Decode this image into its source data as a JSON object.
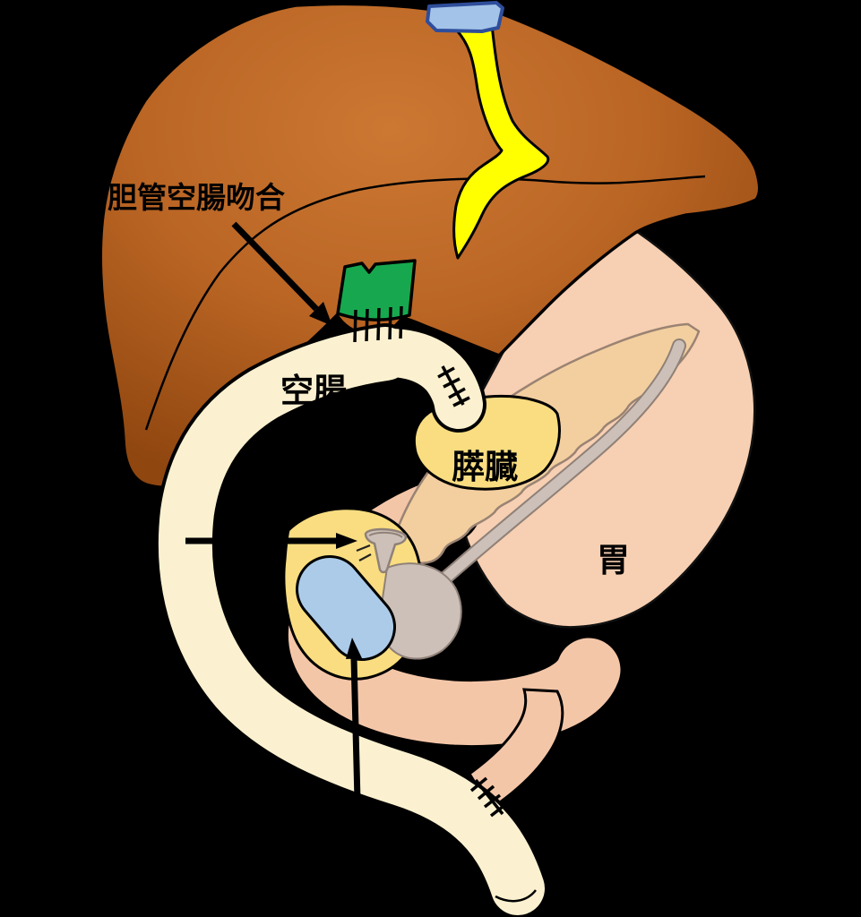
{
  "diagram": {
    "kind": "surgical-anatomy-illustration",
    "labels": {
      "biliary_jejunal_anastomosis": "胆管空腸吻合",
      "jejunum": "空腸",
      "pancreas": "膵臓",
      "stomach": "胃"
    },
    "colors": {
      "background": "#000000",
      "liver": "#BA6524",
      "liver_light": "#CC7833",
      "liver_dark": "#8F460F",
      "falciform_ligament": "#FFFF00",
      "vena_cava_stump": "#A3C4E8",
      "bile_duct": "#17A84F",
      "jejunum": "#FBF1D0",
      "stomach": "#F7CFB2",
      "stomach_limb": "#F4C6A8",
      "pancreas": "#F3CF9F",
      "pancreas_cut_surface": "#F9DD80",
      "pancreatic_duct": "#CDC0B8",
      "stent": "#ABCBE9",
      "annotation": "#000000"
    }
  }
}
